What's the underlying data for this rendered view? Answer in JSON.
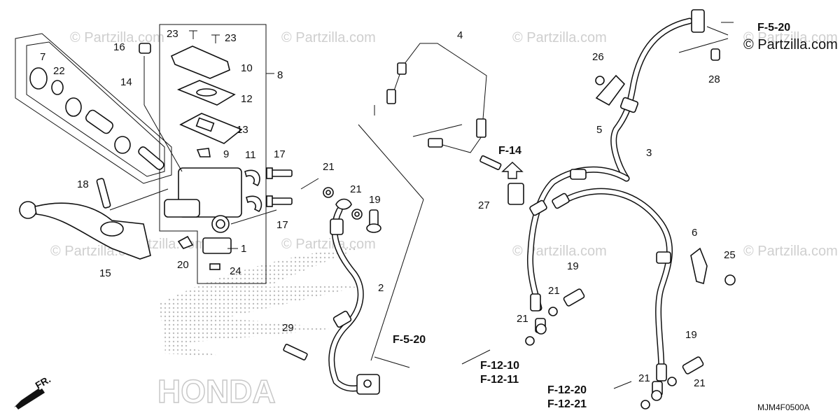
{
  "watermarks": [
    "© Partzilla.com",
    "© Partzilla.com",
    "© Partzilla.com",
    "© Partzilla.com",
    "© Partzilla.com",
    "© Partzilla.com",
    "© Partzilla.com",
    "© Partzilla.com",
    "© Partzilla.com"
  ],
  "copyright": "© Partzilla.com",
  "diagram_code": "MJM4F0500A",
  "front_label": "FR.",
  "brand_background": "HONDA",
  "callouts": [
    "1",
    "2",
    "3",
    "4",
    "5",
    "6",
    "7",
    "8",
    "9",
    "10",
    "11",
    "12",
    "13",
    "14",
    "15",
    "16",
    "17",
    "17",
    "18",
    "19",
    "19",
    "19",
    "20",
    "21",
    "21",
    "21",
    "21",
    "21",
    "21",
    "22",
    "23",
    "23",
    "24",
    "25",
    "26",
    "27",
    "28",
    "29"
  ],
  "refs": [
    "F-5-20",
    "F-5-20",
    "F-14",
    "F-12-10",
    "F-12-11",
    "F-12-20",
    "F-12-21"
  ]
}
